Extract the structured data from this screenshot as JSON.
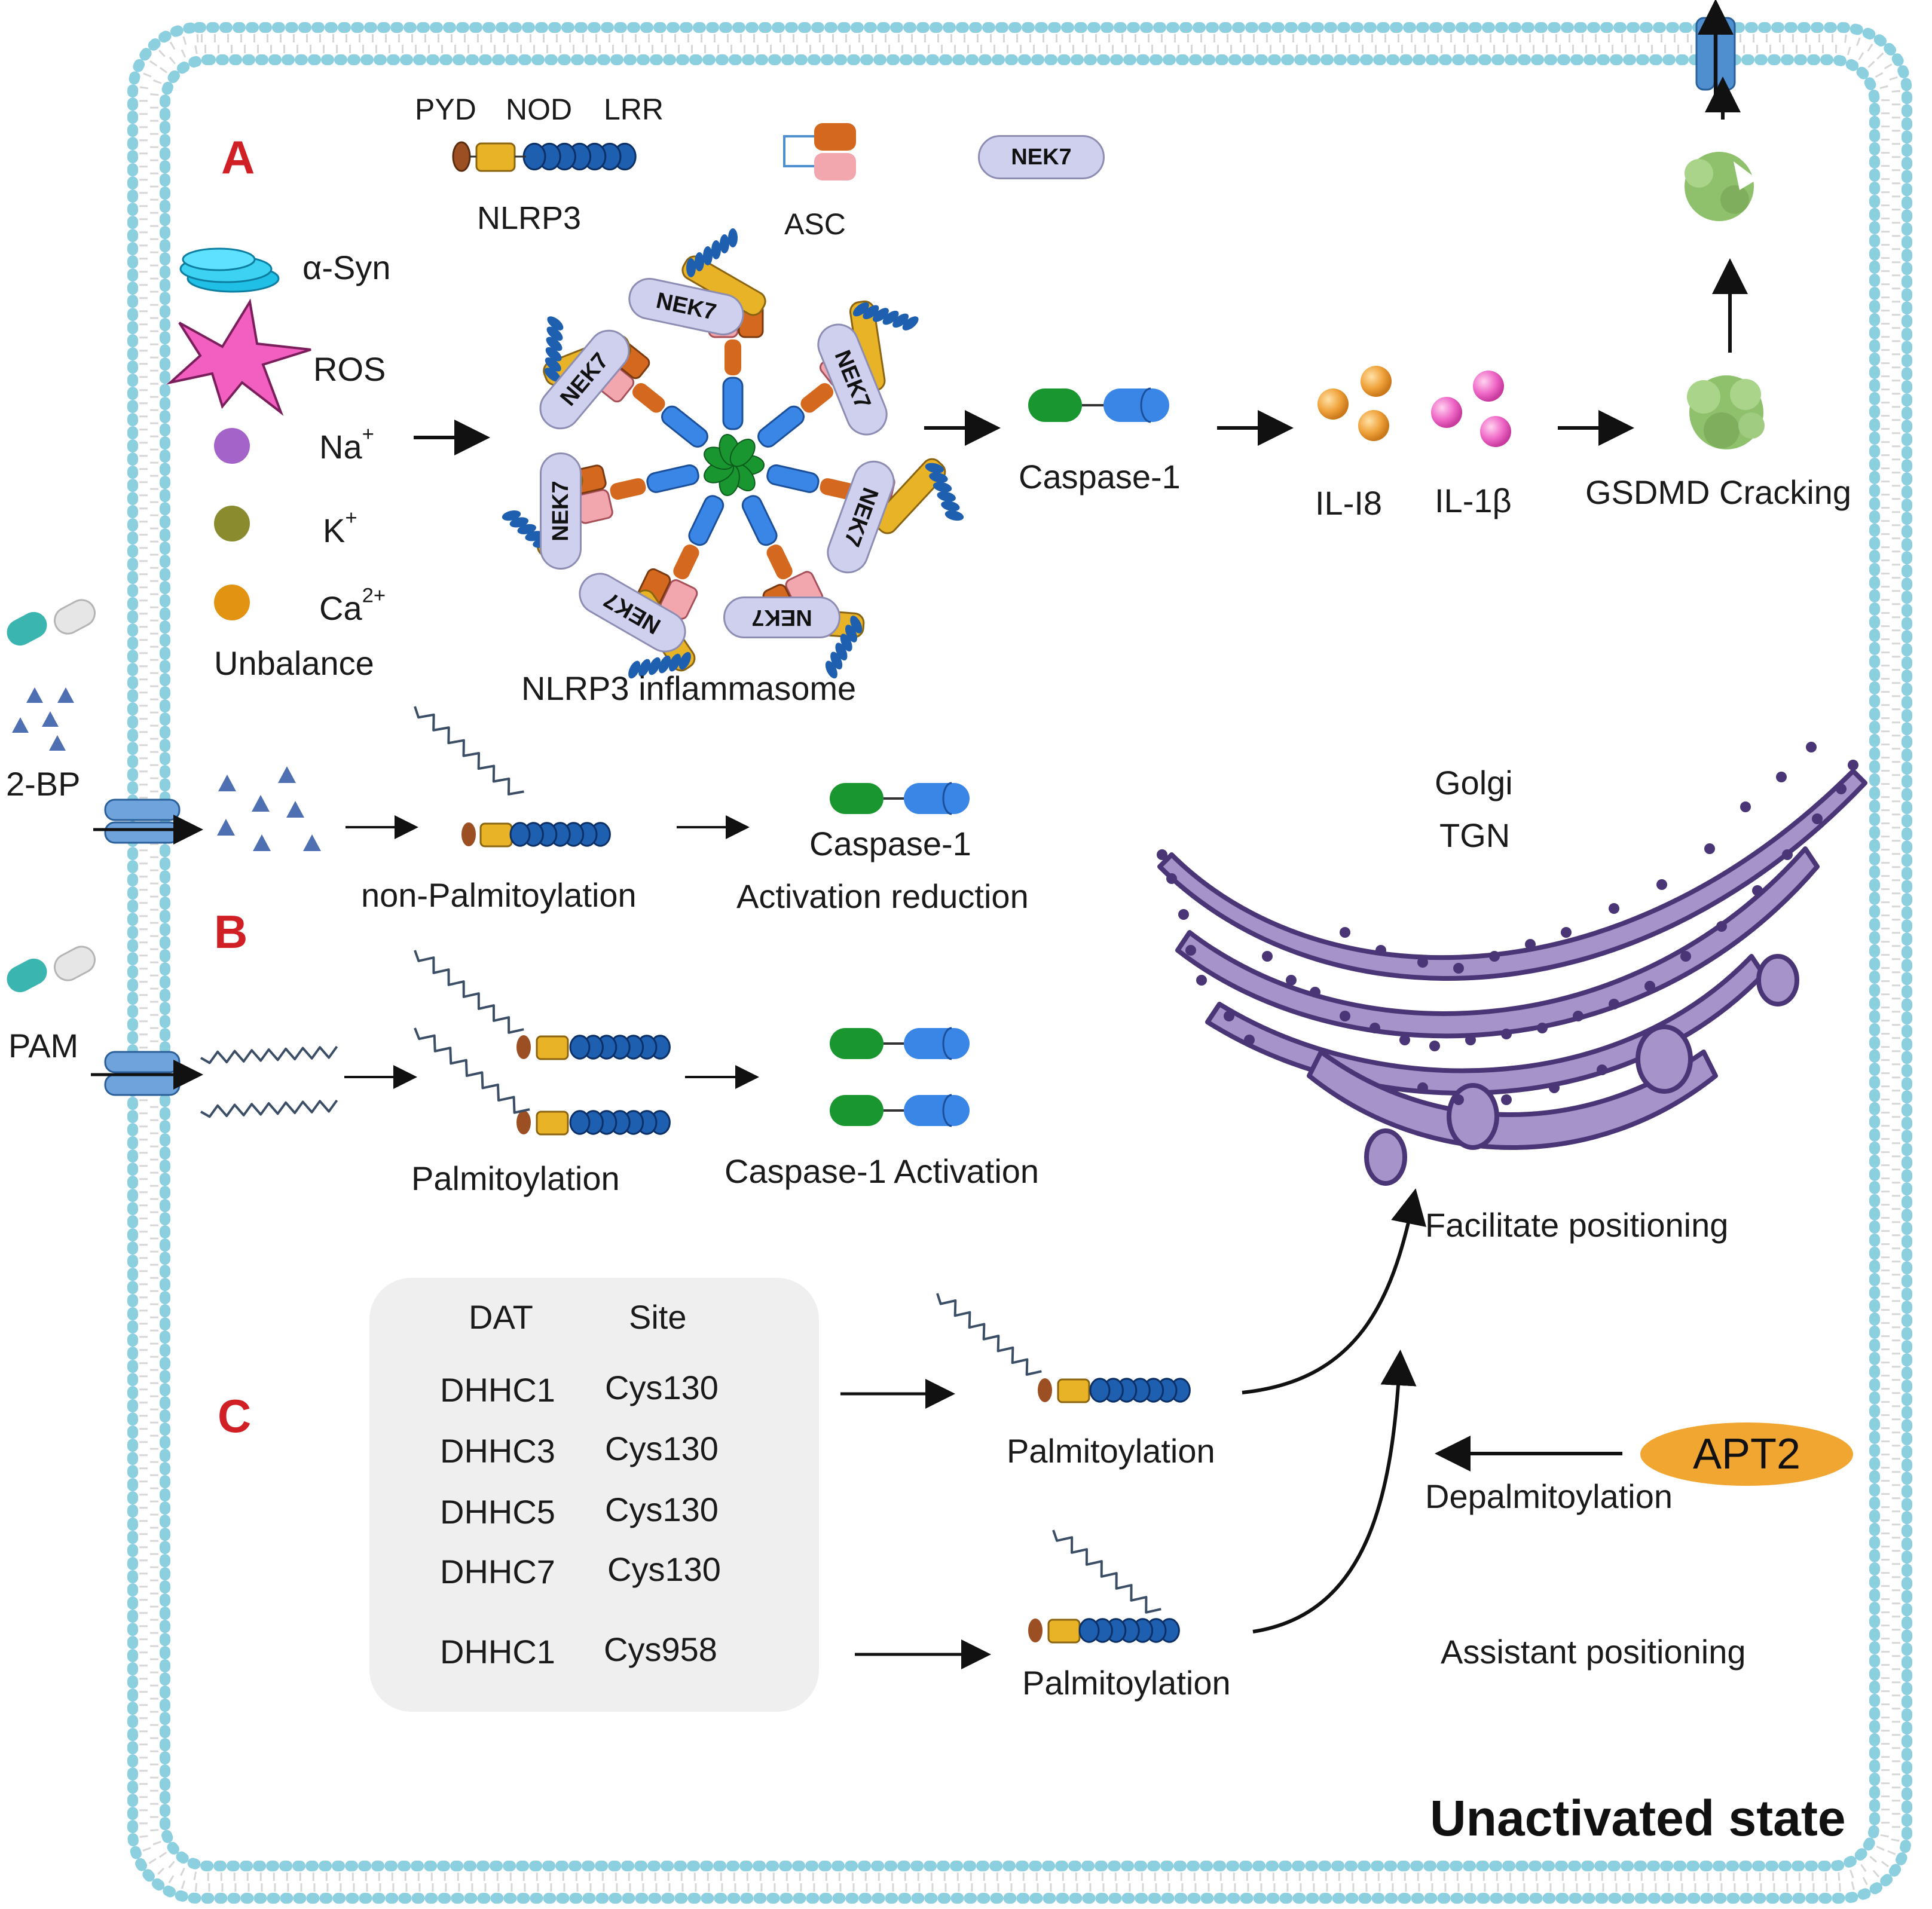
{
  "domain_labels": {
    "section_a": "A",
    "section_b": "B",
    "section_c": "C"
  },
  "nlrp3_domains": {
    "pyd": "PYD",
    "nod": "NOD",
    "lrr": "LRR",
    "name": "NLRP3"
  },
  "asc": "ASC",
  "nek7": "NEK7",
  "triggers": {
    "asyn": "α-Syn",
    "ros": "ROS",
    "na": "Na",
    "na_charge": "+",
    "k": "K",
    "k_charge": "+",
    "ca": "Ca",
    "ca_charge": "2+",
    "unbalance": "Unbalance"
  },
  "inflammasome": {
    "label": "NLRP3 inflammasome",
    "nek7_units": [
      "NEK7",
      "NEK7",
      "NEK7",
      "NEK7",
      "NEK7",
      "NEK7"
    ]
  },
  "pathway_a": {
    "caspase": "Caspase-1",
    "il18": "IL-I8",
    "il1b": "IL-1β",
    "gsdmd": "GSDMD Cracking"
  },
  "pathway_b": {
    "drug1": "2-BP",
    "drug2": "PAM",
    "non_palm": "non-Palmitoylation",
    "caspase_reduction_1": "Caspase-1",
    "caspase_reduction_2": "Activation reduction",
    "palm": "Palmitoylation",
    "caspase_activation": "Caspase-1 Activation"
  },
  "golgi": {
    "line1": "Golgi",
    "line2": "TGN"
  },
  "pathway_c": {
    "table_headers": [
      "DAT",
      "Site"
    ],
    "table_rows": [
      [
        "DHHC1",
        "Cys130"
      ],
      [
        "DHHC3",
        "Cys130"
      ],
      [
        "DHHC5",
        "Cys130"
      ],
      [
        "DHHC7",
        "Cys130"
      ],
      [
        "DHHC1",
        "Cys958"
      ]
    ],
    "palm_top": "Palmitoylation",
    "palm_bottom": "Palmitoylation",
    "facilitate": "Facilitate positioning",
    "apt2": "APT2",
    "depalm": "Depalmitoylation",
    "assistant": "Assistant positioning"
  },
  "state": "Unactivated state",
  "colors": {
    "membrane": "#7fc7d9",
    "section_label": "#d11f26",
    "pyd": "#9c4f22",
    "nod": "#e8b327",
    "lrr": "#1f5fb0",
    "asc_top": "#d4681e",
    "asc_bottom": "#f2a7ae",
    "nek7": "#cfcfee",
    "caspase_green": "#1a9630",
    "caspase_blue": "#3a86e6",
    "golgi": "#a593c9",
    "apt2": "#f2a632",
    "gsdmd": "#8fc06c"
  }
}
